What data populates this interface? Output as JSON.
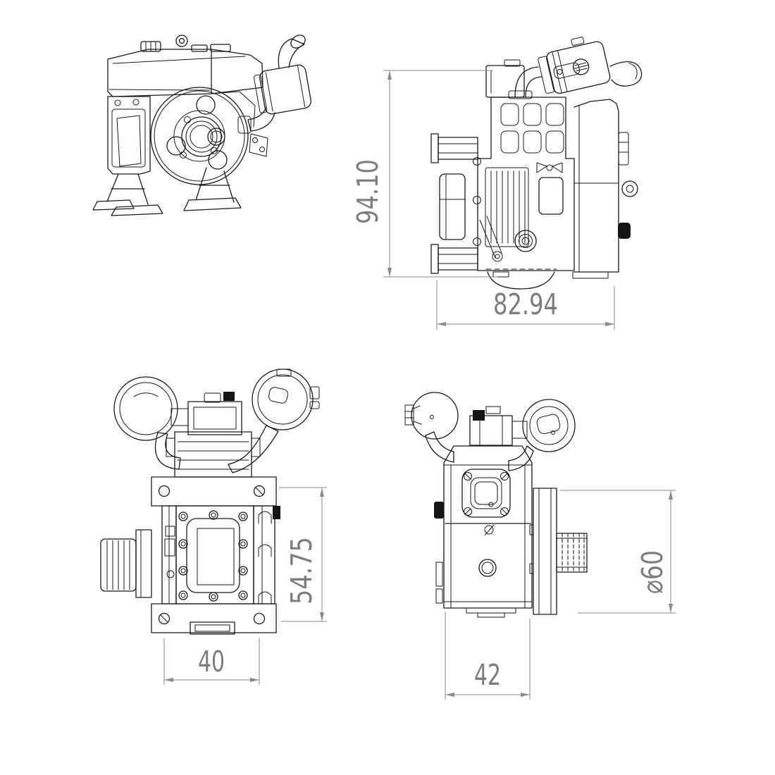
{
  "colors": {
    "background": "#ffffff",
    "drawing_line": "#1a1a1a",
    "dimension": "#7d7d7d"
  },
  "dimensions": {
    "side_overall_height": "94.10",
    "side_overall_length": "82.94",
    "top_housing_depth": "54.75",
    "top_mount_width": "40",
    "front_body_width": "42",
    "front_pulley_diameter": "⌀60"
  }
}
